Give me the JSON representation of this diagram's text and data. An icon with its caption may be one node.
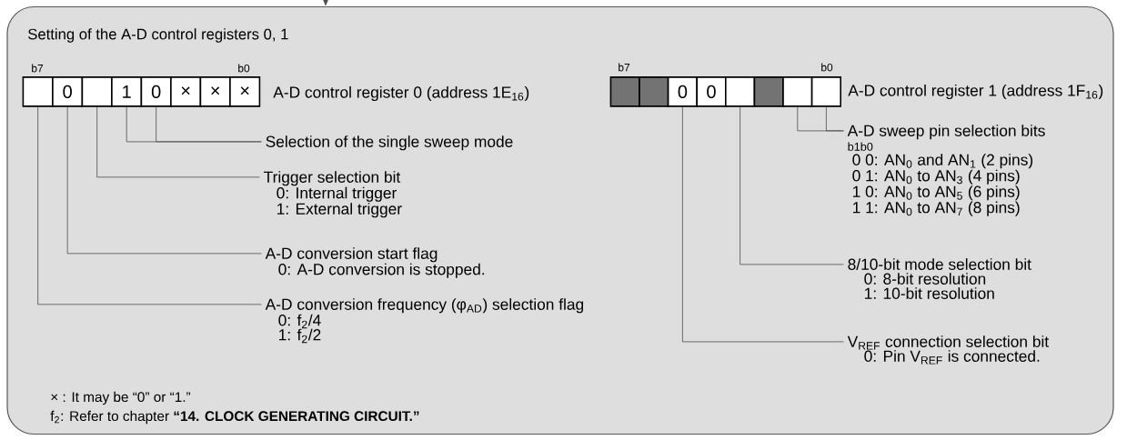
{
  "diagram": {
    "title": "Setting of the A-D control registers 0, 1",
    "nodes": [
      {
        "text": [],
        "shape": "box"
      },
      {
        "text": [],
        "shape": "box",
        "in": 0
      },
      {
        "text": [
          "0"
        ],
        "in": 0
      },
      {
        "text": [],
        "shape": "box",
        "in": 0
      },
      {
        "text": [
          "1"
        ],
        "in": 0
      },
      {
        "text": [
          "0"
        ],
        "in": 0
      },
      {
        "text": [
          "×"
        ],
        "in": 0
      },
      {
        "text": [
          "×"
        ],
        "in": 0
      },
      {
        "text": [
          "×"
        ],
        "in": 0
      },
      {
        "text": [],
        "shape": "box",
        "in": 0
      },
      {
        "text": [],
        "shape": "box",
        "in": 0
      },
      {
        "text": [
          "0"
        ],
        "in": 0
      },
      {
        "text": [
          "0"
        ],
        "in": 0
      },
      {
        "text": [],
        "shape": "box",
        "in": 0
      },
      {
        "text": [],
        "shape": "box",
        "in": 0
      },
      {
        "text": [],
        "shape": "box",
        "in": 0
      },
      {
        "text": [],
        "shape": "box",
        "in": 0
      },
      {
        "text": [
          "Selection of the single sweep mode"
        ],
        "in": 0
      },
      {
        "text": [
          "Trigger selection bit",
          "0: Internal trigger",
          "1: External trigger"
        ],
        "in": 0
      },
      {
        "text": [
          "A-D conversion start flag",
          "0: A-D conversion is stopped."
        ],
        "in": 0
      },
      {
        "text": [
          "A-D conversion frequency (φ$_{AD}$) selection flag",
          "0: f$_{2}$/4",
          "1: f$_{2}$/2"
        ],
        "in": 0
      },
      {
        "text": [
          "A-D sweep pin selection bits",
          "b1b0",
          "0 0: AN$_{0}$ and AN$_{1}$ (2 pins)",
          "0 1: AN$_{0}$ to AN$_{3}$ (4 pins)",
          "1 0: AN$_{0}$ to AN$_{5}$ (6 pins)",
          "1 1: AN$_{0}$ to AN$_{7}$ (8 pins)"
        ],
        "in": 0
      },
      {
        "text": [
          "8/10-bit mode selection bit",
          "0: 8-bit resolution",
          "1: 10-bit resolution"
        ],
        "in": 0
      },
      {
        "text": [
          "V$_{REF}$ connection selection bit",
          "0: Pin V$_{REF}$ is connected."
        ],
        "in": 0
      }
    ],
    "edges": [
      {
        "from": null,
        "to": 0,
        "arrow": "to"
      },
      {
        "from": 17,
        "to": 4,
        "arrow": "none"
      },
      {
        "from": 17,
        "to": 5,
        "arrow": "none"
      },
      {
        "from": 18,
        "to": 3,
        "arrow": "none"
      },
      {
        "from": 19,
        "to": 2,
        "arrow": "none"
      },
      {
        "from": 20,
        "to": 1,
        "arrow": "none"
      },
      {
        "from": 21,
        "to": 15,
        "arrow": "none"
      },
      {
        "from": 21,
        "to": 16,
        "arrow": "none"
      },
      {
        "from": 22,
        "to": 13,
        "arrow": "none"
      },
      {
        "from": 23,
        "to": 11,
        "arrow": "none"
      }
    ],
    "labels": [
      "b7",
      "b0",
      "b7",
      "b0",
      "A-D control register 0 (address 1E$_{16}$)",
      "A-D control register 1 (address 1F$_{16}$)",
      "× : It may be “0” or “1.”",
      "f$_{2}$: Refer to chapter **“14. CLOCK GENERATING CIRCUIT.”**"
    ]
  }
}
